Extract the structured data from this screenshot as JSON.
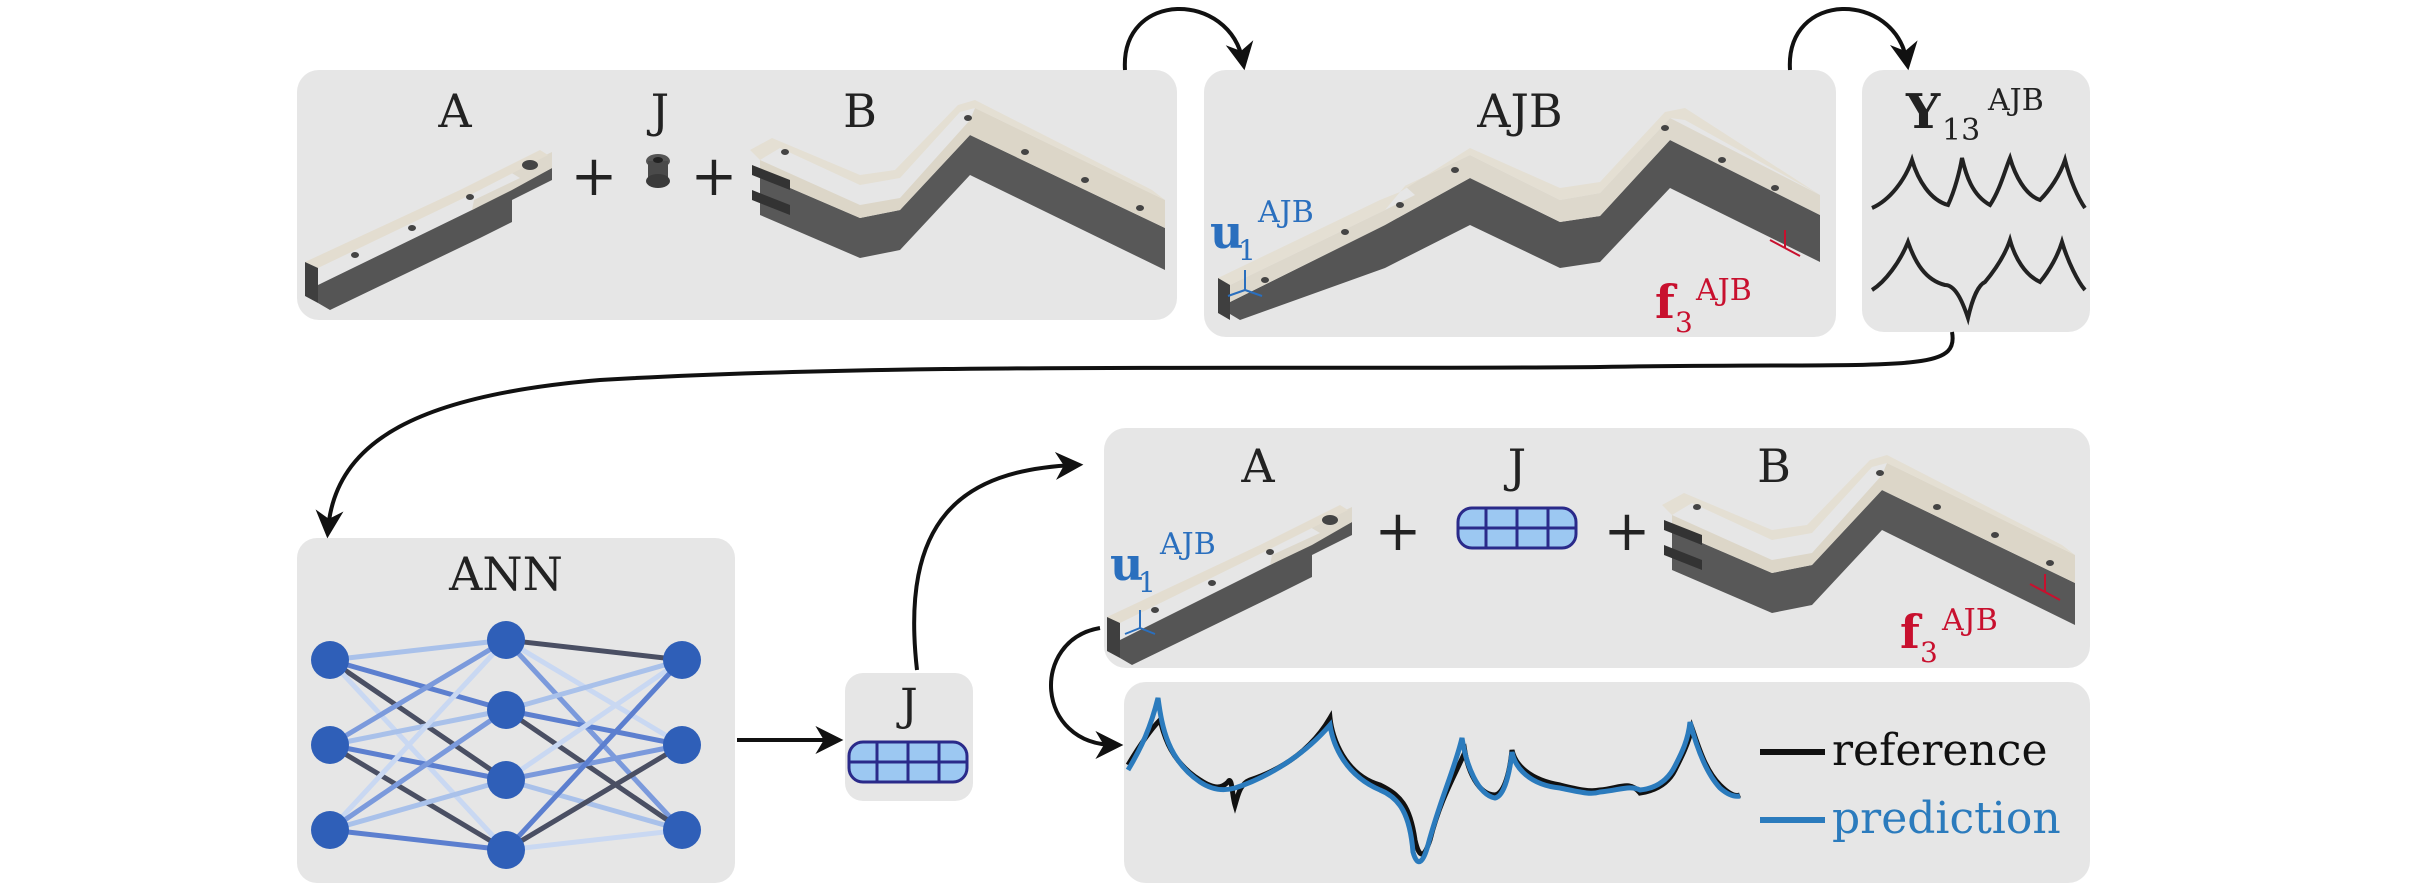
{
  "colors": {
    "panel": "#e6e6e6",
    "blue": "#2a6fbe",
    "red": "#c8102e",
    "node": "#2f5fb8",
    "part_top": "#e0dbd0",
    "part_side": "#5a5a5a",
    "reference_line": "#111111",
    "prediction_line": "#2b7bbd",
    "joint_fill": "#9cc8f2",
    "joint_stroke": "#2a2a8a"
  },
  "assembly_panel": {
    "part_a_label": "A",
    "joint_label": "J",
    "part_b_label": "B",
    "plus_1": "+",
    "plus_2": "+"
  },
  "ajb_panel": {
    "title": "AJB",
    "response": {
      "symbol": "u",
      "index": "1",
      "sup": "AJB"
    },
    "force": {
      "symbol": "f",
      "index": "3",
      "sup": "AJB"
    }
  },
  "frf_panel": {
    "symbol": "Y",
    "index": "13",
    "sup": "AJB"
  },
  "ann_panel": {
    "title": "ANN",
    "layers": [
      3,
      4,
      3
    ]
  },
  "joint_output_panel": {
    "label": "J"
  },
  "substructure_panel": {
    "part_a_label": "A",
    "joint_label": "J",
    "part_b_label": "B",
    "plus_1": "+",
    "plus_2": "+",
    "response": {
      "symbol": "u",
      "index": "1",
      "sup": "AJB"
    },
    "force": {
      "symbol": "f",
      "index": "3",
      "sup": "AJB"
    }
  },
  "comparison_panel": {
    "legend": [
      {
        "label": "reference",
        "color": "#111111"
      },
      {
        "label": "prediction",
        "color": "#2b7bbd"
      }
    ]
  }
}
